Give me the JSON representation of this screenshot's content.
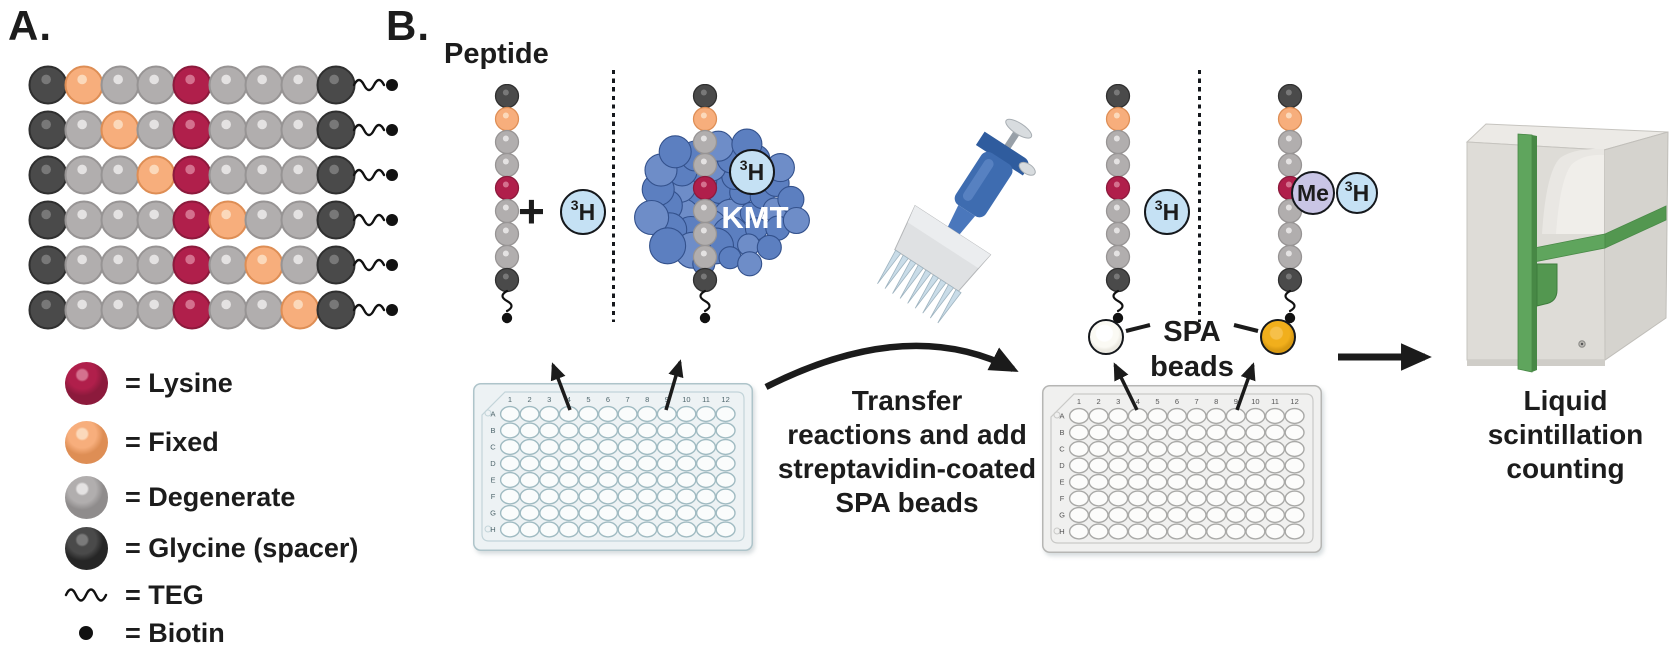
{
  "panel_a": {
    "label": "A.",
    "bead_key": {
      "K": "lysine",
      "O": "fixed",
      "D": "degenerate",
      "G": "glycine"
    },
    "rows": [
      [
        "G",
        "O",
        "D",
        "D",
        "K",
        "D",
        "D",
        "D",
        "G"
      ],
      [
        "G",
        "D",
        "O",
        "D",
        "K",
        "D",
        "D",
        "D",
        "G"
      ],
      [
        "G",
        "D",
        "D",
        "O",
        "K",
        "D",
        "D",
        "D",
        "G"
      ],
      [
        "G",
        "D",
        "D",
        "D",
        "K",
        "O",
        "D",
        "D",
        "G"
      ],
      [
        "G",
        "D",
        "D",
        "D",
        "K",
        "D",
        "O",
        "D",
        "G"
      ],
      [
        "G",
        "D",
        "D",
        "D",
        "K",
        "D",
        "D",
        "O",
        "G"
      ]
    ],
    "legend": [
      {
        "symbol": "lysine",
        "label": "= Lysine"
      },
      {
        "symbol": "fixed",
        "label": "= Fixed"
      },
      {
        "symbol": "degenerate",
        "label": "= Degenerate"
      },
      {
        "symbol": "glycine",
        "label": "= Glycine (spacer)"
      },
      {
        "symbol": "teg",
        "label": "= TEG"
      },
      {
        "symbol": "biotin",
        "label": "= Biotin"
      }
    ]
  },
  "panel_b": {
    "label": "B.",
    "peptide_label": "Peptide",
    "plus": "+",
    "tritium": {
      "sup": "3",
      "base": "H"
    },
    "enzyme_label": "KMT",
    "methyl_label": "Me",
    "chain": [
      "G",
      "O",
      "D",
      "D",
      "K",
      "D",
      "D",
      "D",
      "G"
    ],
    "transfer_lines": [
      "Transfer",
      "reactions and add",
      "streptavidin-coated",
      "SPA beads"
    ],
    "spa_label_line1": "SPA",
    "spa_label_line2": "beads",
    "lsc_lines": [
      "Liquid",
      "scintillation",
      "counting"
    ],
    "plate": {
      "columns": [
        "1",
        "2",
        "3",
        "4",
        "5",
        "6",
        "7",
        "8",
        "9",
        "10",
        "11",
        "12"
      ],
      "rows": [
        "A",
        "B",
        "C",
        "D",
        "E",
        "F",
        "G",
        "H"
      ]
    }
  },
  "colors": {
    "lysine": "#B01F4B",
    "fixed": "#F7AE7C",
    "degenerate": "#B1AEAE",
    "glycine": "#4A4A4A",
    "kmt_blue": "#5C7FC0",
    "tritium_blue": "#C5E1F4",
    "methyl_purple": "#C9C5E5",
    "spa_white": "#FBFAF4",
    "spa_yellow": "#F1AF1C",
    "machine_green": "#5FA55D"
  }
}
